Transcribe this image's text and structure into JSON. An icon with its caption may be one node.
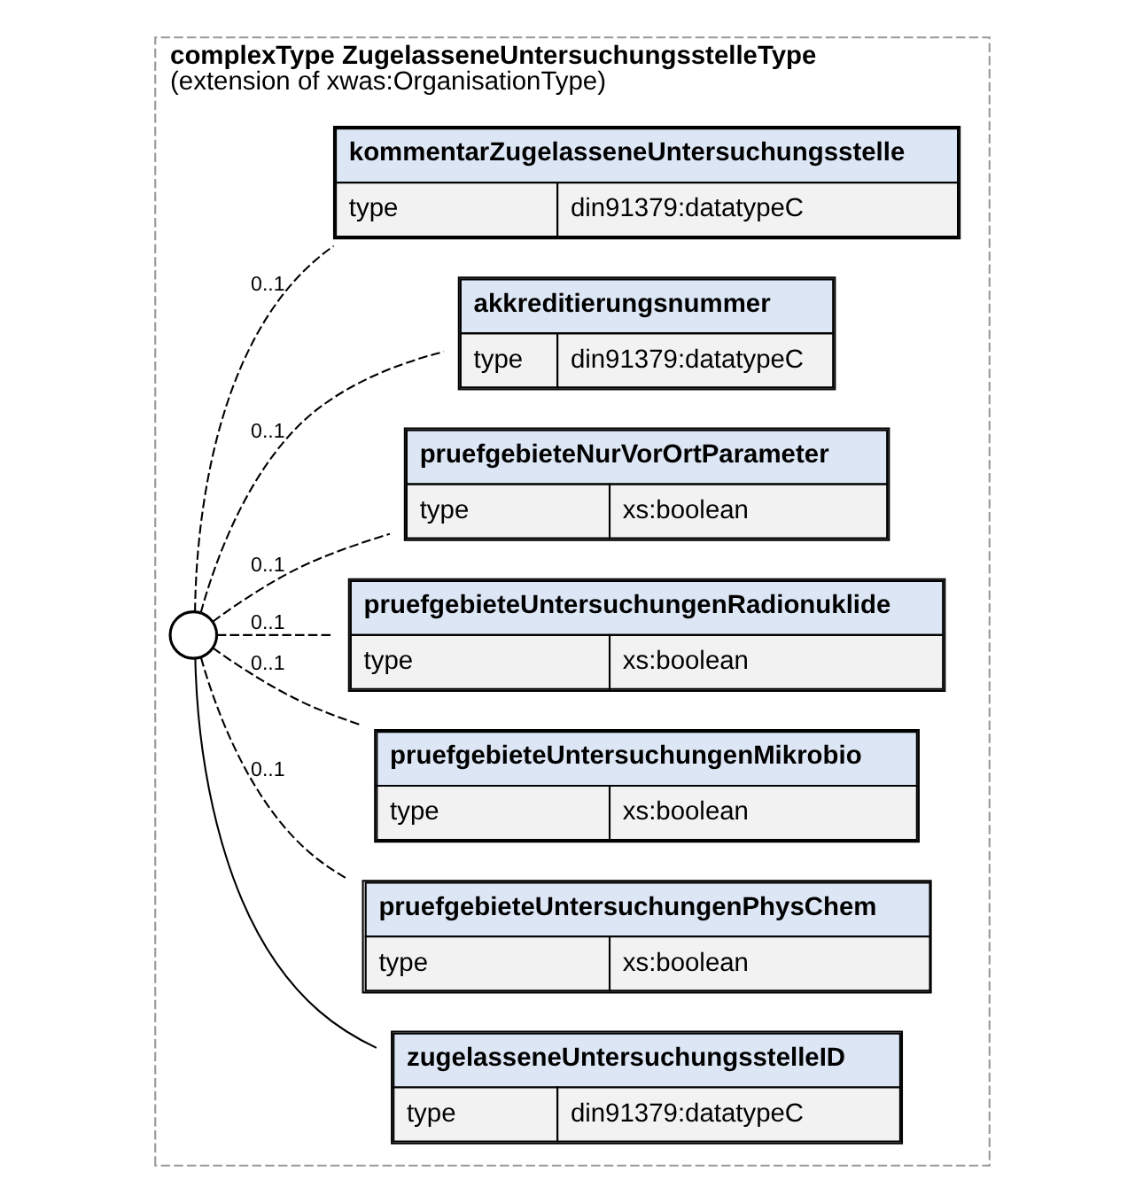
{
  "diagram": {
    "nodes": [
      {
        "text": [
          "complexType ZugelasseneUntersuchungsstelleType",
          "(extension of xwas:OrganisationType)"
        ]
      },
      {
        "text": [],
        "shape": "circle",
        "in": 0
      },
      {
        "text": [
          "zugelasseneUntersuchungsstelleID",
          "type",
          "din91379:datatypeC"
        ],
        "in": 0
      },
      {
        "text": [
          "pruefgebieteUntersuchungenPhysChem",
          "type",
          "xs:boolean"
        ],
        "in": 0
      },
      {
        "text": [
          "pruefgebieteUntersuchungenMikrobio",
          "type",
          "xs:boolean"
        ],
        "in": 0
      },
      {
        "text": [
          "pruefgebieteUntersuchungenRadionuklide",
          "type",
          "xs:boolean"
        ],
        "in": 0
      },
      {
        "text": [
          "pruefgebieteNurVorOrtParameter",
          "type",
          "xs:boolean"
        ],
        "in": 0
      },
      {
        "text": [
          "akkreditierungsnummer",
          "type",
          "din91379:datatypeC"
        ],
        "in": 0
      },
      {
        "text": [
          "kommentarZugelasseneUntersuchungsstelle",
          "type",
          "din91379:datatypeC"
        ],
        "in": 0
      }
    ],
    "edges": [
      {
        "from": 1,
        "to": 2,
        "arrow": "none"
      },
      {
        "from": 1,
        "to": 3,
        "arrow": "none",
        "style": "dashed",
        "label": "0..1"
      },
      {
        "from": 1,
        "to": 4,
        "arrow": "none",
        "style": "dashed",
        "label": "0..1"
      },
      {
        "from": 1,
        "to": 5,
        "arrow": "none",
        "style": "dashed",
        "label": "0..1"
      },
      {
        "from": 1,
        "to": 6,
        "arrow": "none",
        "style": "dashed",
        "label": "0..1"
      },
      {
        "from": 1,
        "to": 7,
        "arrow": "none",
        "style": "dashed",
        "label": "0..1"
      },
      {
        "from": 1,
        "to": 8,
        "arrow": "none",
        "style": "dashed",
        "label": "0..1"
      }
    ]
  }
}
